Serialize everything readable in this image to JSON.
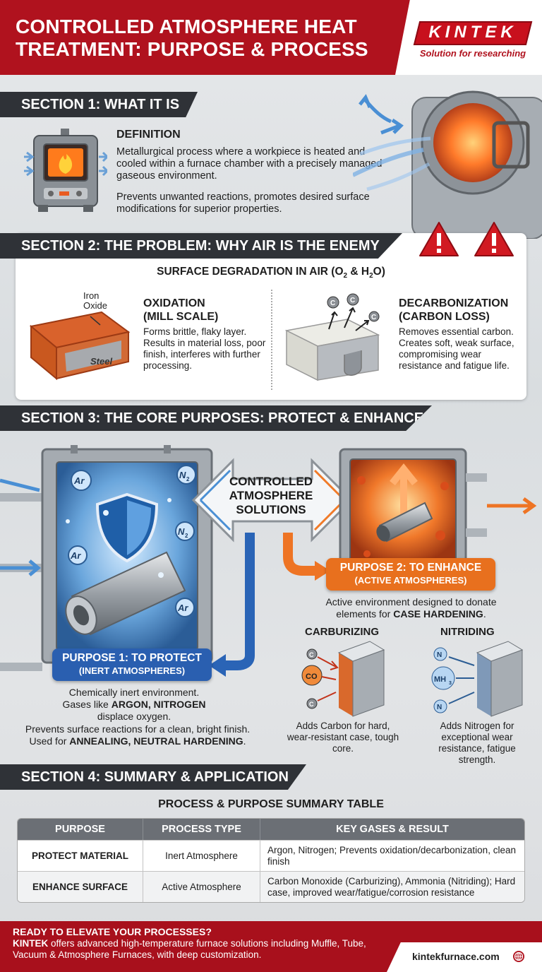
{
  "header": {
    "title": "CONTROLLED ATMOSPHERE HEAT TREATMENT: PURPOSE & PROCESS",
    "brand": "KINTEK",
    "tagline": "Solution for researching"
  },
  "section1": {
    "banner": "SECTION 1: WHAT IT IS",
    "def_title": "DEFINITION",
    "def_text": "Metallurgical process where a workpiece is heated and cooled within a furnace chamber with a precisely managed gaseous environment.",
    "def_text2": "Prevents unwanted reactions, promotes desired surface modifications for superior properties."
  },
  "section2": {
    "banner": "SECTION 2:  THE PROBLEM: WHY AIR IS THE ENEMY",
    "heading_pre": "SURFACE DEGRADATION IN AIR (O",
    "heading_mid": " & H",
    "heading_post": "O)",
    "sub2": "2",
    "iron_oxide_1": "Iron",
    "iron_oxide_2": "Oxide",
    "steel_label": "Steel",
    "oxidation_title_1": "OXIDATION",
    "oxidation_title_2": "(MILL SCALE)",
    "oxidation_text": "Forms brittle, flaky layer. Results in material loss, poor finish, interferes with further processing.",
    "carbon_symbol": "C",
    "decarb_title_1": "DECARBONIZATION",
    "decarb_title_2": "(CARBON LOSS)",
    "decarb_text": "Removes essential carbon. Creates soft, weak surface, compromising wear resistance and fatigue life."
  },
  "section3": {
    "banner": "SECTION 3:  THE CORE PURPOSES: PROTECT & ENHANCE",
    "center_1": "CONTROLLED",
    "center_2": "ATMOSPHERE",
    "center_3": "SOLUTIONS",
    "gas_ar": "Ar",
    "gas_n2": "N",
    "gas_n2_sub": "2",
    "p1_main": "PURPOSE 1: TO PROTECT",
    "p1_sub": "(INERT ATMOSPHERES)",
    "p1_text_a": "Chemically inert environment.",
    "p1_text_b": "Gases like ",
    "p1_text_b_bold": "ARGON, NITROGEN",
    "p1_text_c": "displace oxygen.",
    "p1_text2_a": "Prevents surface reactions for a clean, bright finish.",
    "p1_text2_b": "Used for ",
    "p1_text2_b_bold": "ANNEALING, NEUTRAL HARDENING",
    "p1_text2_c": ".",
    "p2_main": "PURPOSE 2: TO ENHANCE",
    "p2_sub": "(ACTIVE ATMOSPHERES)",
    "p2_text_a": "Active environment designed to donate",
    "p2_text_b": "elements for ",
    "p2_text_b_bold": "CASE HARDENING",
    "p2_text_c": ".",
    "carb_title": "CARBURIZING",
    "carb_c": "C",
    "carb_co": "CO",
    "carb_text": "Adds Carbon for hard, wear-resistant case, tough core.",
    "nit_title": "NITRIDING",
    "nit_n": "N",
    "nit_mh": "MH",
    "nit_mh_sub": "3",
    "nit_text": "Adds Nitrogen for exceptional wear resistance, fatigue strength."
  },
  "section4": {
    "banner": "SECTION 4:  SUMMARY & APPLICATION",
    "table_title": "PROCESS & PURPOSE SUMMARY TABLE",
    "columns": [
      "PURPOSE",
      "PROCESS TYPE",
      "KEY GASES & RESULT"
    ],
    "rows": [
      [
        "PROTECT MATERIAL",
        "Inert Atmosphere",
        "Argon, Nitrogen; Prevents oxidation/decarbonization, clean finish"
      ],
      [
        "ENHANCE SURFACE",
        "Active Atmosphere",
        "Carbon Monoxide (Carburizing), Ammonia (Nitriding); Hard case, improved wear/fatigue/corrosion resistance"
      ]
    ]
  },
  "footer": {
    "question": "READY TO ELEVATE YOUR PROCESSES?",
    "brand": "KINTEK",
    "text": " offers advanced high-temperature furnace solutions including Muffle, Tube, Vacuum & Atmosphere Furnaces, with deep customization.",
    "url": "kintekfurnace.com"
  },
  "colors": {
    "brand_red": "#b0121e",
    "banner_dark": "#2f3237",
    "protect_blue": "#2a5fb0",
    "enhance_orange": "#e8701e"
  },
  "icons": [
    "furnace-icon",
    "warning-icon",
    "shield-icon",
    "globe-icon"
  ]
}
